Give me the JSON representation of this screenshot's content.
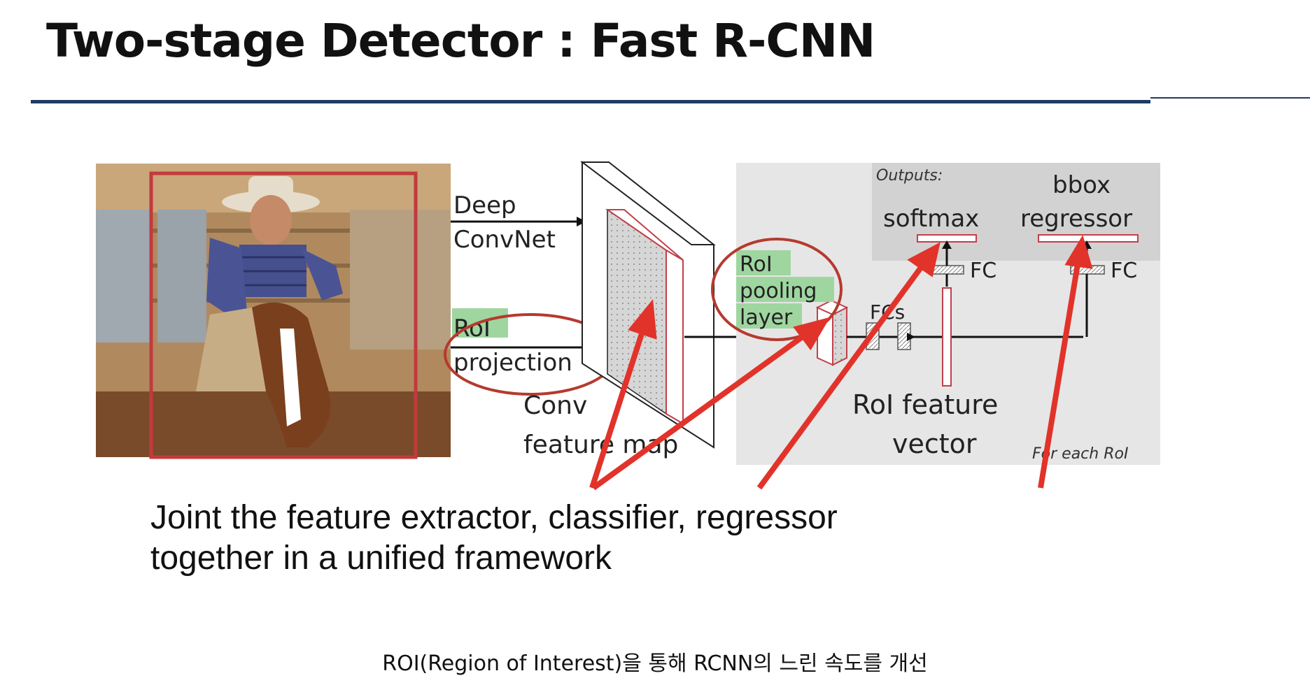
{
  "slide": {
    "title": "Two-stage Detector : Fast R-CNN",
    "caption": "ROI(Region of Interest)을 통해 RCNN의 느린 속도를 개선"
  },
  "diagram": {
    "deep_convnet": [
      "Deep",
      "ConvNet"
    ],
    "roi_projection": [
      "RoI",
      "projection"
    ],
    "conv_feature_map": [
      "Conv",
      "feature map"
    ],
    "roi_pooling_layer": [
      "RoI",
      "pooling",
      "layer"
    ],
    "fcs": "FCs",
    "roi_feature_vector": [
      "RoI feature",
      "vector"
    ],
    "outputs_label": "Outputs:",
    "softmax": "softmax",
    "bbox_regressor": [
      "bbox",
      "regressor"
    ],
    "fc_left": "FC",
    "fc_right": "FC",
    "for_each_roi": "For each RoI",
    "summary": [
      "Joint the feature extractor, classifier, regressor",
      "together in a unified framework"
    ]
  },
  "colors": {
    "annotation_red": "#e1332a",
    "ellipse_red": "#b53a2e",
    "highlight_green": "#9fd6a0",
    "title_rule": "#1f3b63",
    "panel_gray": "#e6e6e6",
    "outputs_gray": "#d2d2d2"
  }
}
